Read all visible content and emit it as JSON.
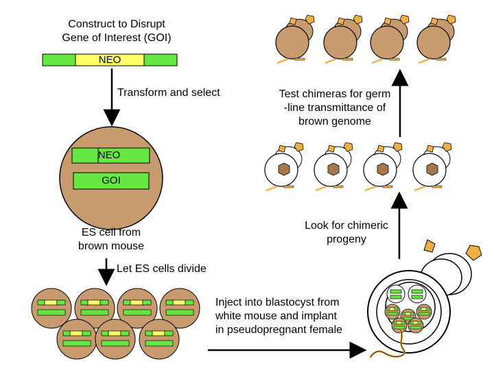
{
  "labels": {
    "construct_line1": "Construct to Disrupt",
    "construct_line2": "Gene of Interest (GOI)",
    "neo_top": "NEO",
    "transform": "Transform and select",
    "test_line1": "Test chimeras for germ",
    "test_line2": "-line transmittance of",
    "test_line3": "brown genome",
    "neo_cell": "NEO",
    "goi_cell": "GOI",
    "es_line1": "ES cell from",
    "es_line2": "brown mouse",
    "look_line1": "Look for chimeric",
    "look_line2": "progeny",
    "divide": "Let ES cells divide",
    "inject_line1": "Inject into blastocyst from",
    "inject_line2": "white mouse and implant",
    "inject_line3": "in pseudopregnant female"
  },
  "colors": {
    "green": "#66e640",
    "yellow": "#ffff66",
    "tan": "#c89b6e",
    "tan_dark": "#a8774b",
    "white_mouse": "#ffffff",
    "orange_tail": "#f0b040",
    "outline": "#000000"
  }
}
